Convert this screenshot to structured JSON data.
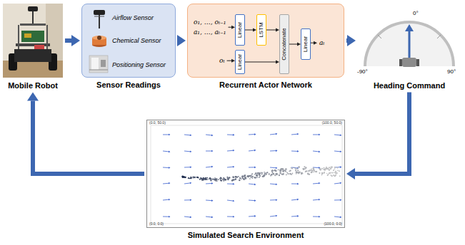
{
  "diagram": {
    "nodes": [
      {
        "text": [
          "Mobile Robot"
        ]
      },
      {
        "text": [
          "Airflow Sensor",
          "Chemical Sensor",
          "Positioning Sensor",
          "Sensor Readings"
        ]
      },
      {
        "text": [
          "Recurrent Actor Network"
        ]
      },
      {
        "text": [
          "Linear"
        ],
        "in": 2
      },
      {
        "text": [
          "LSTM"
        ],
        "in": 2
      },
      {
        "text": [
          "Linear"
        ],
        "in": 2
      },
      {
        "text": [
          "Concatenate"
        ],
        "in": 2
      },
      {
        "text": [
          "Linear"
        ],
        "in": 2
      },
      {
        "text": [
          "0°",
          "-90°",
          "90°",
          "Heading Command"
        ]
      },
      {
        "text": [
          "(0.0, 50.0)",
          "(100.0, 50.0)",
          "(0.0, 0.0)",
          "(100.0, 0.0)",
          "Simulated Search Environment"
        ]
      }
    ],
    "edges": [
      {
        "from": 0,
        "to": 1,
        "arrow": "to"
      },
      {
        "from": 1,
        "to": 2,
        "arrow": "to"
      },
      {
        "from": 2,
        "to": 8,
        "arrow": "to"
      },
      {
        "from": 8,
        "to": 9,
        "arrow": "to"
      },
      {
        "from": 9,
        "to": 0,
        "arrow": "to"
      },
      {
        "from": 3,
        "to": 4,
        "arrow": "to"
      },
      {
        "from": 4,
        "to": 6,
        "arrow": "to"
      },
      {
        "from": 5,
        "to": 6,
        "arrow": "to"
      },
      {
        "from": 6,
        "to": 7,
        "arrow": "to"
      }
    ],
    "labels": [
      "o₁, …, oₜ₋₁",
      "a₁, …, aₜ₋₁",
      "oₜ",
      "aₜ"
    ]
  }
}
